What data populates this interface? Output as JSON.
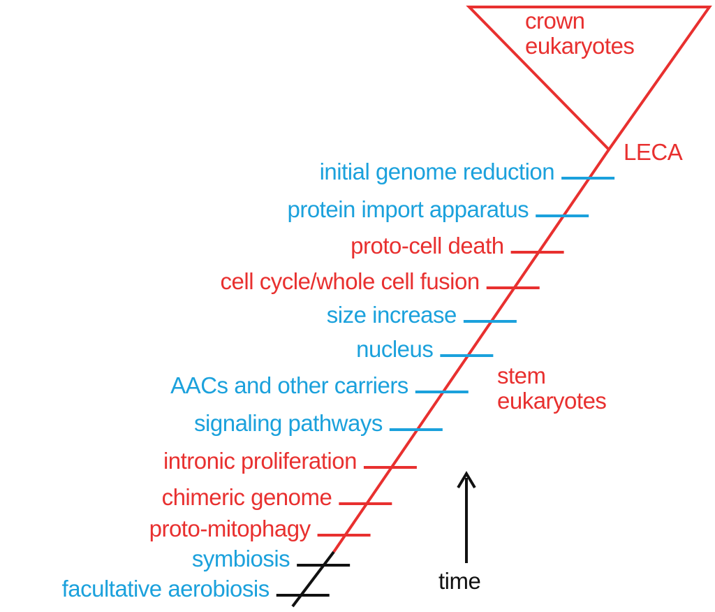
{
  "colors": {
    "blue": "#1BA1DC",
    "red": "#E8302F",
    "black": "#111111"
  },
  "crown": {
    "line1": "crown",
    "line2": "eukaryotes"
  },
  "leca": "LECA",
  "stem": {
    "line1": "stem",
    "line2": "eukaryotes"
  },
  "time_label": "time",
  "events": [
    {
      "label": "initial genome reduction",
      "color": "blue"
    },
    {
      "label": "protein import apparatus",
      "color": "blue"
    },
    {
      "label": "proto-cell death",
      "color": "red"
    },
    {
      "label": "cell cycle/whole cell fusion",
      "color": "red"
    },
    {
      "label": "size increase",
      "color": "blue"
    },
    {
      "label": "nucleus",
      "color": "blue"
    },
    {
      "label": "AACs and other carriers",
      "color": "blue"
    },
    {
      "label": "signaling pathways",
      "color": "blue"
    },
    {
      "label": "intronic proliferation",
      "color": "red"
    },
    {
      "label": "chimeric genome",
      "color": "red"
    },
    {
      "label": "proto-mitophagy",
      "color": "red"
    },
    {
      "label": "symbiosis",
      "color": "blue"
    },
    {
      "label": "facultative aerobiosis",
      "color": "blue"
    }
  ]
}
